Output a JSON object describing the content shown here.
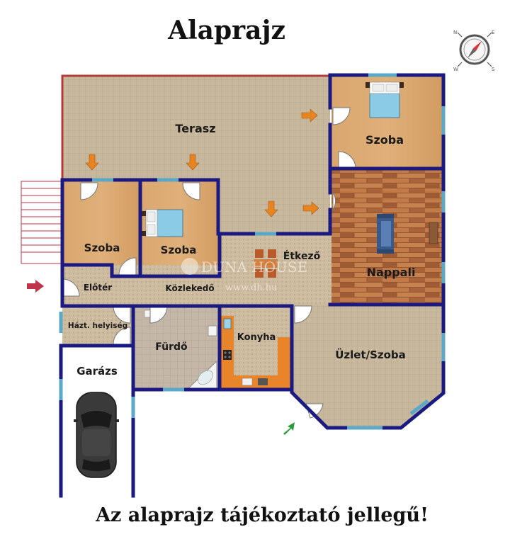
{
  "title": "Alaprajz",
  "footer_note": "Az alaprajz tájékoztató jellegű!",
  "watermark": {
    "brand": "DUNA HOUSE",
    "url": "www.dh.hu"
  },
  "rooms": {
    "terasz": "Terasz",
    "szoba_ne": "Szoba",
    "nappali": "Nappali",
    "etkezo": "Étkező",
    "szoba_left": "Szoba",
    "szoba_mid": "Szoba",
    "eloter": "Előtér",
    "kozlekedo": "Közlekedő",
    "hazt_helyiseg": "Házt. helyiség",
    "furdo": "Fürdő",
    "konyha": "Konyha",
    "uzlet_szoba": "Üzlet/Szoba",
    "garazs": "Garázs"
  },
  "compass": {
    "letters": [
      "N",
      "E",
      "S",
      "W"
    ]
  },
  "colors": {
    "wall": "#1a1a80",
    "window": "#5ba8c8",
    "tile": "#c6b79c",
    "wood": "#d6a46a",
    "parquet": "#b06a3c",
    "floor_gray": "#c9b9a0",
    "arrow": "#e8841f",
    "entry_arrow": "#c0334a",
    "green_arrow": "#2a9a3a"
  }
}
